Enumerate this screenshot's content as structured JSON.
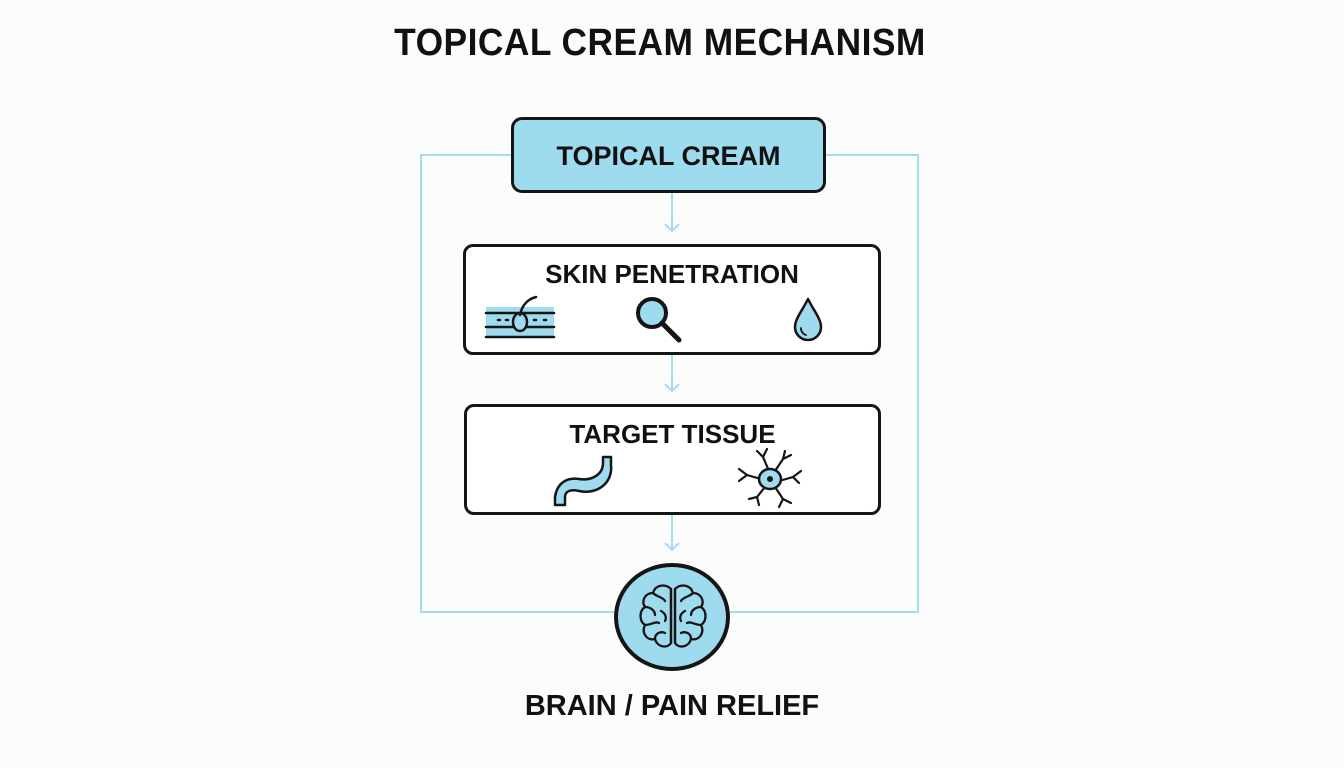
{
  "diagram": {
    "title": "TOPICAL CREAM MECHANISM",
    "nodes": {
      "cream": "TOPICAL CREAM",
      "skin": "SKIN PENETRATION",
      "target": "TARGET TISSUE",
      "brain": "BRAIN / PAIN RELIEF"
    },
    "icons": {
      "skin": [
        "skin-layer-hair-icon",
        "magnifier-icon",
        "droplet-icon"
      ],
      "target": [
        "stomach-icon",
        "neuron-icon"
      ],
      "brain": "brain-icon"
    },
    "colors": {
      "accent_fill": "#9fdbee",
      "connector": "#a8dcec",
      "outline": "#151515"
    }
  }
}
